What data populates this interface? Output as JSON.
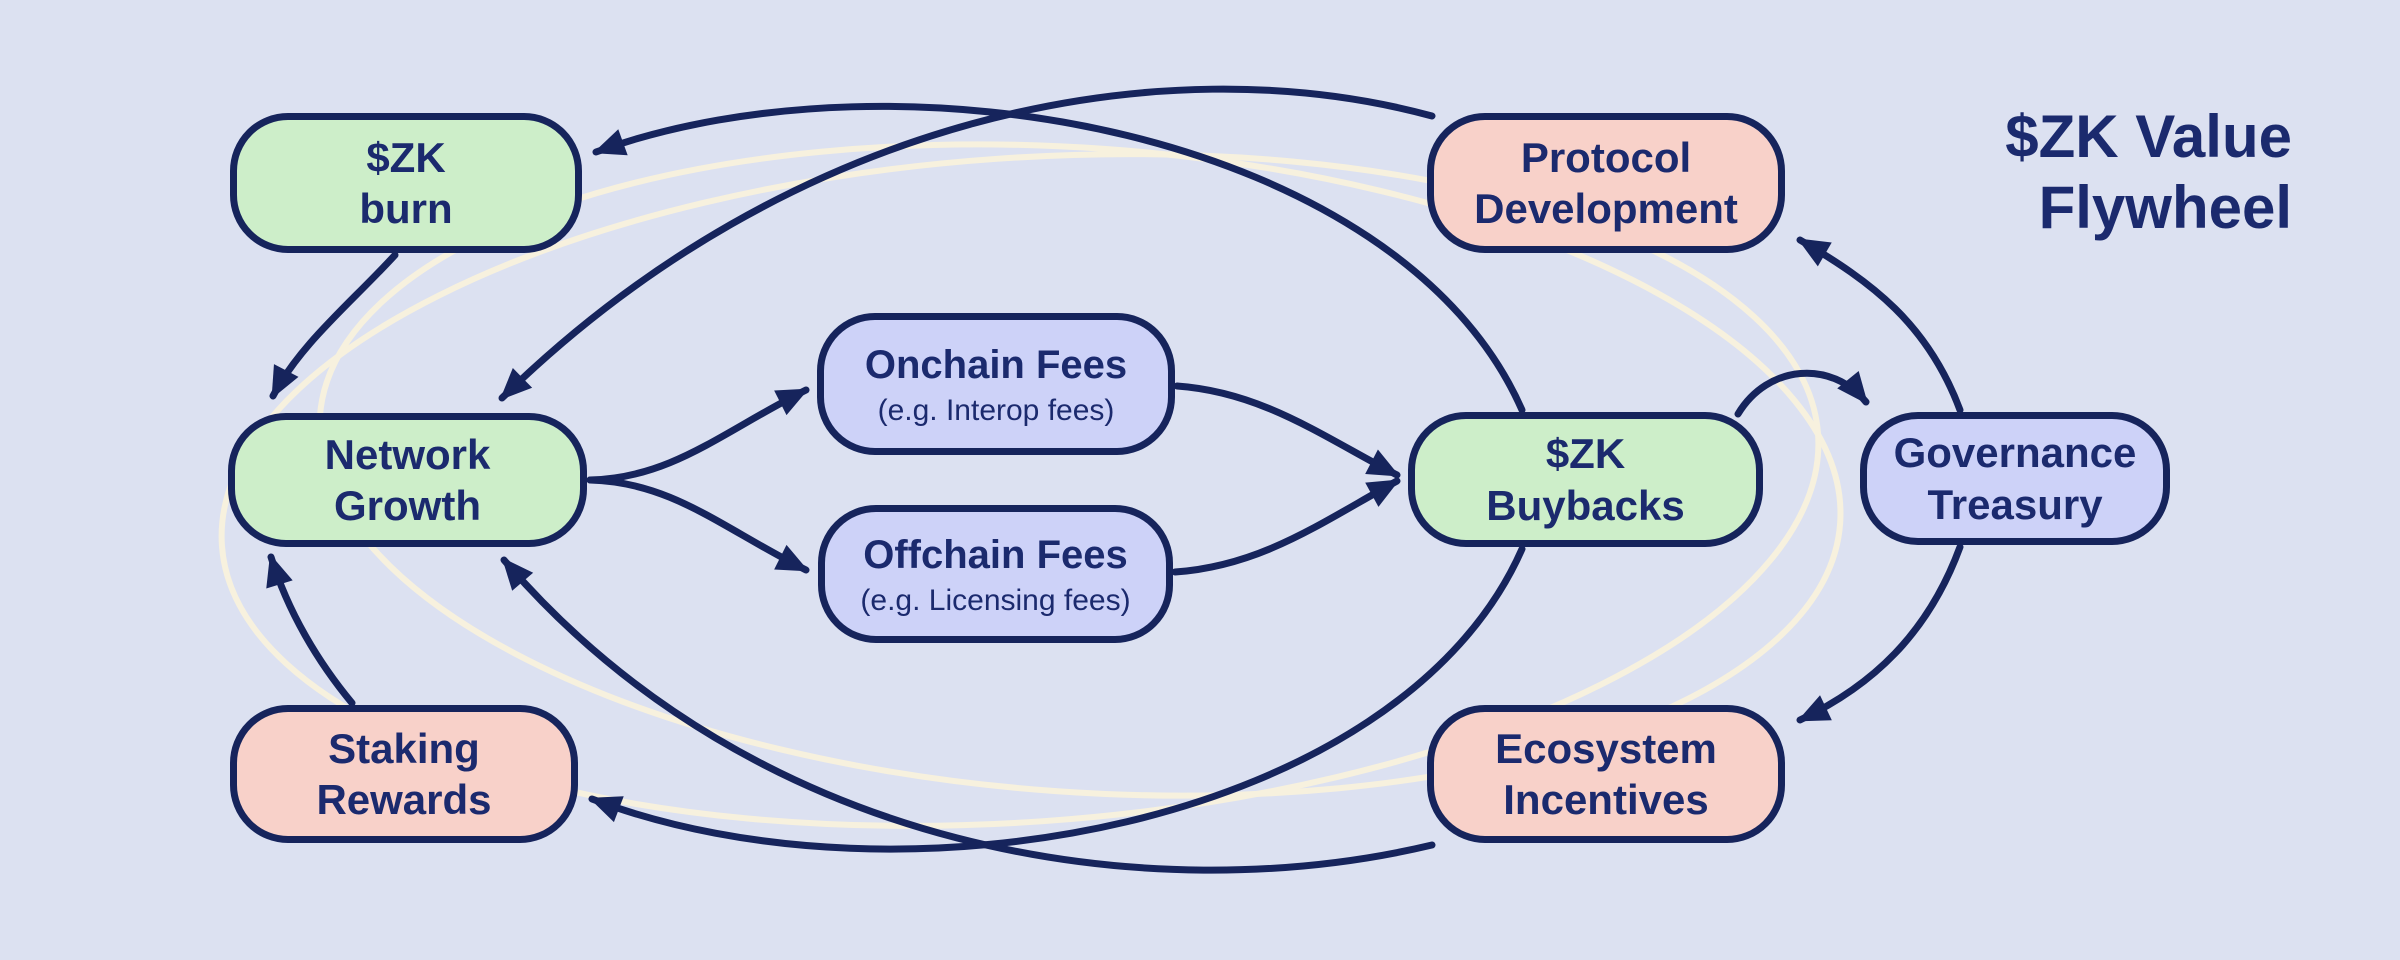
{
  "title": {
    "text": "$ZK Value\nFlywheel"
  },
  "colors": {
    "background": "#dce1f1",
    "node_green": "#cdeec9",
    "node_pink": "#f8d1c9",
    "node_lavender": "#cdd2f8",
    "line_navy": "#16245c",
    "text_navy": "#1b2a6e",
    "decor_cream": "#f7f1de"
  },
  "nodes": {
    "zk_burn": {
      "label": "$ZK\nburn"
    },
    "network_growth": {
      "label": "Network\nGrowth"
    },
    "staking_rewards": {
      "label": "Staking\nRewards"
    },
    "onchain_fees": {
      "label": "Onchain Fees",
      "sublabel": "(e.g. Interop fees)"
    },
    "offchain_fees": {
      "label": "Offchain Fees",
      "sublabel": "(e.g. Licensing fees)"
    },
    "zk_buybacks": {
      "label": "$ZK\nBuybacks"
    },
    "protocol_development": {
      "label": "Protocol\nDevelopment"
    },
    "ecosystem_incentives": {
      "label": "Ecosystem\nIncentives"
    },
    "governance_treasury": {
      "label": "Governance\nTreasury"
    }
  },
  "edges": [
    {
      "from": "$ZK burn",
      "to": "Network Growth"
    },
    {
      "from": "Staking Rewards",
      "to": "Network Growth"
    },
    {
      "from": "Network Growth",
      "to": "Onchain Fees"
    },
    {
      "from": "Network Growth",
      "to": "Offchain Fees"
    },
    {
      "from": "Onchain Fees",
      "to": "$ZK Buybacks"
    },
    {
      "from": "Offchain Fees",
      "to": "$ZK Buybacks"
    },
    {
      "from": "$ZK Buybacks",
      "to": "Governance Treasury"
    },
    {
      "from": "Governance Treasury",
      "to": "Protocol Development"
    },
    {
      "from": "Governance Treasury",
      "to": "Ecosystem Incentives"
    },
    {
      "from": "Protocol Development",
      "to": "Network Growth"
    },
    {
      "from": "$ZK Buybacks",
      "to": "$ZK burn"
    },
    {
      "from": "$ZK Buybacks",
      "to": "Staking Rewards"
    },
    {
      "from": "Ecosystem Incentives",
      "to": "Network Growth"
    }
  ]
}
